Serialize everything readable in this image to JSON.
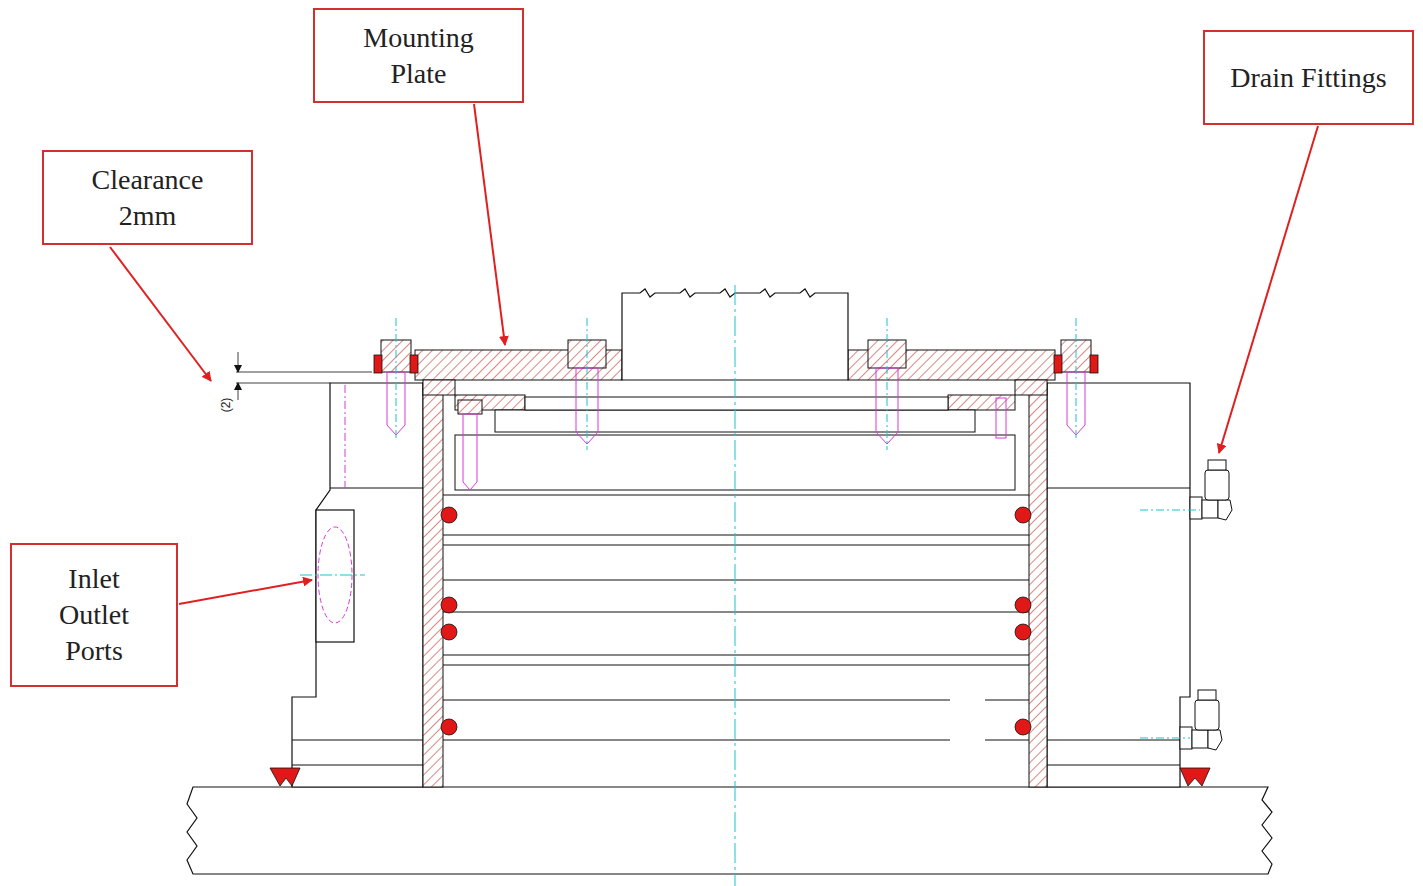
{
  "diagram": {
    "nodes": [
      {
        "text": [
          "Mounting Plate"
        ]
      },
      {
        "text": [
          "Drain Fittings"
        ]
      },
      {
        "text": [
          "Clearance 2mm"
        ]
      },
      {
        "text": [
          "Inlet Outlet Ports"
        ]
      }
    ],
    "labels": [
      "(2)"
    ]
  }
}
